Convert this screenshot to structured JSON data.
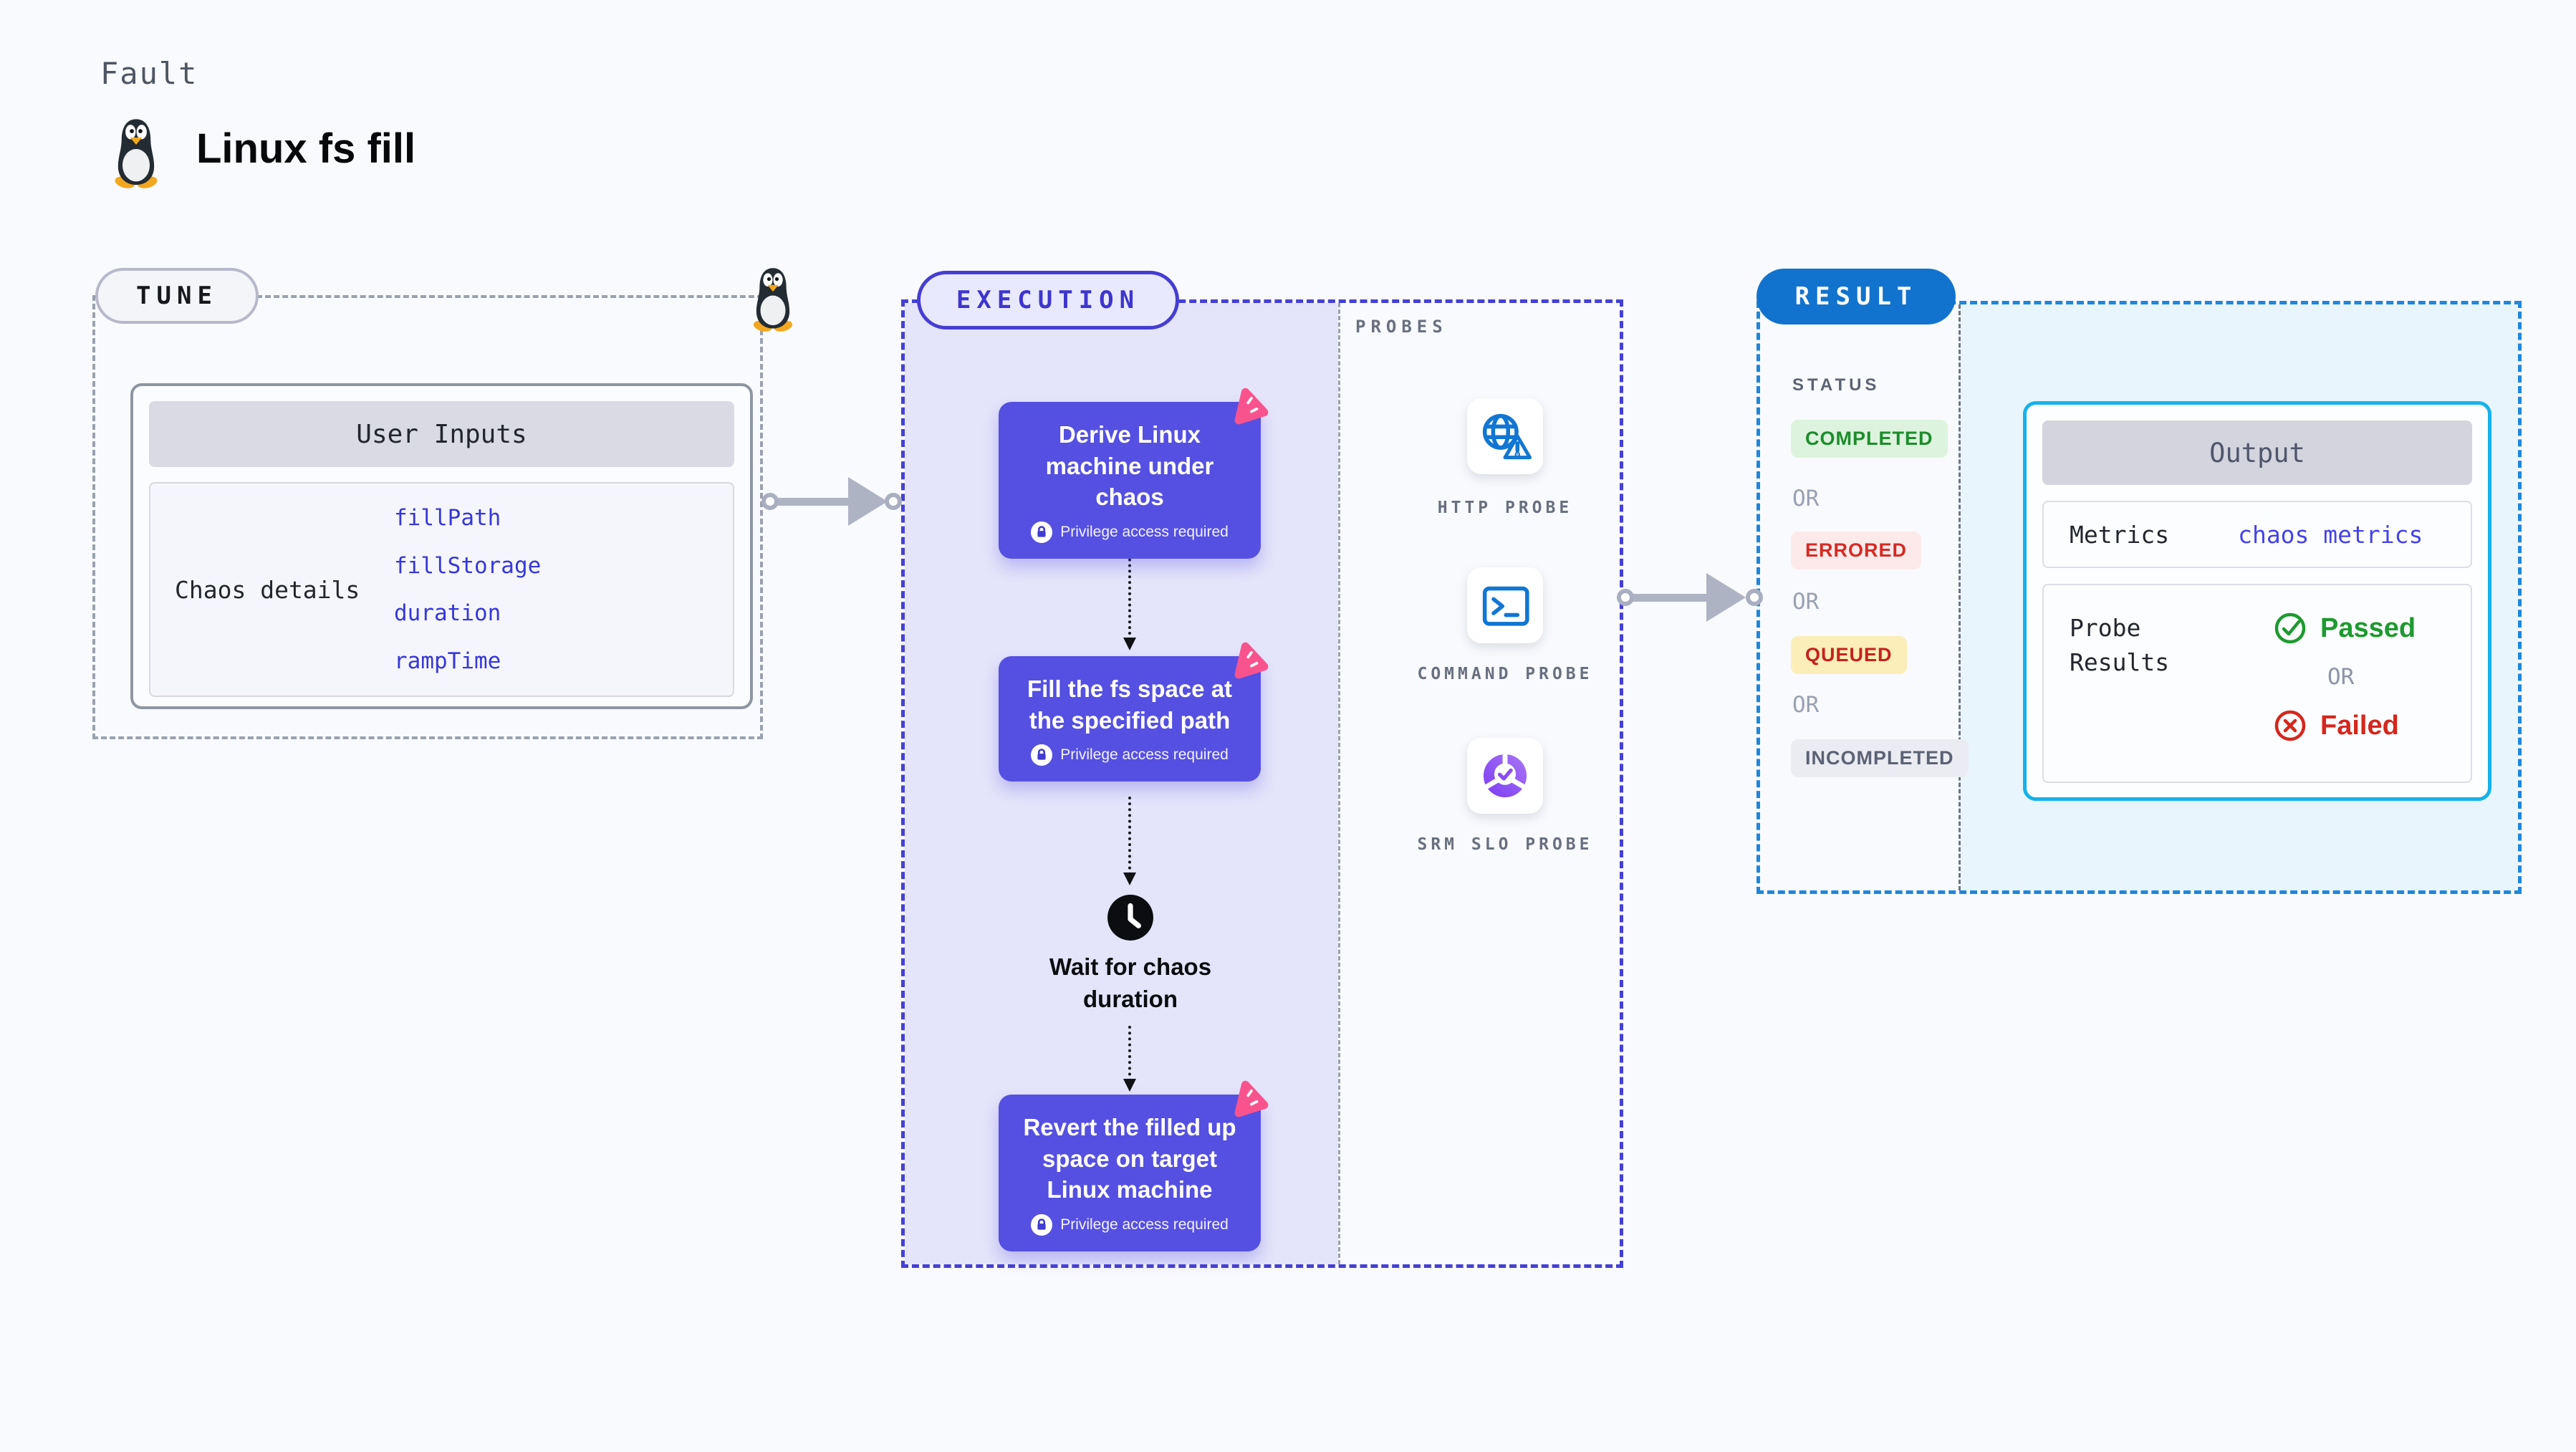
{
  "page": {
    "category_label": "Fault",
    "title": "Linux fs fill"
  },
  "tune": {
    "label": "TUNE",
    "card_header": "User Inputs",
    "row_label": "Chaos details",
    "inputs": [
      "fillPath",
      "fillStorage",
      "duration",
      "rampTime"
    ]
  },
  "execution": {
    "label": "EXECUTION",
    "steps": [
      {
        "title": "Derive Linux machine under chaos",
        "badge": "Privilege access required"
      },
      {
        "title": "Fill the fs space at the specified path",
        "badge": "Privilege access required"
      },
      {
        "title": "Revert the filled up space on target Linux machine",
        "badge": "Privilege access required"
      }
    ],
    "wait_label": "Wait for chaos duration"
  },
  "probes": {
    "label": "PROBES",
    "items": [
      {
        "name": "HTTP PROBE",
        "icon": "globe-alert-icon"
      },
      {
        "name": "COMMAND PROBE",
        "icon": "terminal-icon"
      },
      {
        "name": "SRM SLO PROBE",
        "icon": "slo-donut-icon"
      }
    ]
  },
  "result": {
    "label": "RESULT",
    "status_label": "STATUS",
    "or_label": "OR",
    "statuses": [
      {
        "text": "COMPLETED",
        "fg": "#1b8d2c",
        "bg": "#ddf3dd"
      },
      {
        "text": "ERRORED",
        "fg": "#d62a24",
        "bg": "#fceaea"
      },
      {
        "text": "QUEUED",
        "fg": "#c6211c",
        "bg": "#fbeeb8"
      },
      {
        "text": "INCOMPLETED",
        "fg": "#5b6275",
        "bg": "#ebecf2"
      }
    ],
    "output": {
      "header": "Output",
      "metrics_label": "Metrics",
      "metrics_link": "chaos metrics",
      "probe_results_label": "Probe Results",
      "passed": "Passed",
      "failed": "Failed"
    }
  },
  "colors": {
    "page_bg": "#f9fafd",
    "gray_dash": "#9aa1ae",
    "indigo_dash": "#4540d5",
    "execution_bg": "#e4e4fa",
    "step_card": "#5550e1",
    "sticker_pink": "#f9538e",
    "probe_icon_blue": "#1176d3",
    "result_blue_dash": "#1e86dd",
    "result_pill": "#1173cd",
    "output_border": "#16b2e9",
    "output_bg": "#e8f5fd",
    "link_indigo": "#3737d9",
    "passed_green": "#1d9a2f",
    "failed_red": "#d5271d"
  }
}
